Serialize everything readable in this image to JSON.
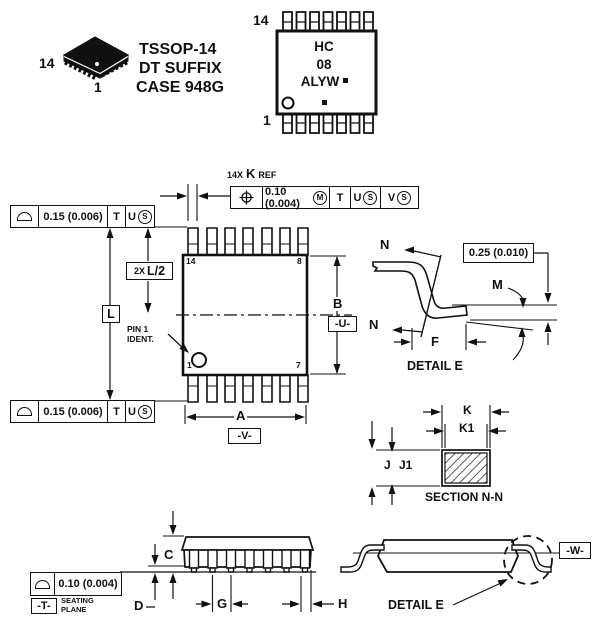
{
  "package": {
    "title_line1": "TSSOP-14",
    "title_line2": "DT SUFFIX",
    "title_line3": "CASE 948G",
    "iso_pin14": "14",
    "iso_pin1": "1"
  },
  "top_view": {
    "pin14": "14",
    "pin1": "1",
    "marking_line1": "HC",
    "marking_line2": "08",
    "marking_line3": "ALYW"
  },
  "callouts": {
    "kref_prefix": "14X",
    "kref_dim": "K",
    "kref_suffix": "REF",
    "fcf_position": {
      "tol": "0.10 (0.004)",
      "tol_mod": "M",
      "datum1": "T",
      "datum2": "U",
      "datum2_mod": "S",
      "datum3": "V",
      "datum3_mod": "S"
    },
    "fcf_profile": {
      "tol": "0.15 (0.006)",
      "datum1": "T",
      "datum2": "U",
      "datum2_mod": "S"
    },
    "fcf_seating": {
      "tol": "0.10 (0.004)"
    },
    "offset_025": "0.25 (0.010)"
  },
  "dimensions": {
    "L": "L",
    "L2_prefix": "2X",
    "L2": "L/2",
    "A": "A",
    "B": "B",
    "C": "C",
    "D": "D",
    "F": "F",
    "G": "G",
    "H": "H",
    "J": "J",
    "J1": "J1",
    "K": "K",
    "K1": "K1",
    "M": "M",
    "N_upper": "N",
    "N_lower": "N"
  },
  "datums": {
    "U": "-U-",
    "V": "-V-",
    "T": "-T-",
    "W": "-W-"
  },
  "view_pins": {
    "p14": "14",
    "p8": "8",
    "p1": "1",
    "p7": "7"
  },
  "notes": {
    "pin1_ident_line1": "PIN 1",
    "pin1_ident_line2": "IDENT.",
    "detail_e_mid": "DETAIL E",
    "detail_e_bottom": "DETAIL E",
    "section_nn": "SECTION N-N",
    "seating_line1": "SEATING",
    "seating_line2": "PLANE"
  },
  "colors": {
    "ink": "#111111",
    "bg": "#ffffff"
  }
}
